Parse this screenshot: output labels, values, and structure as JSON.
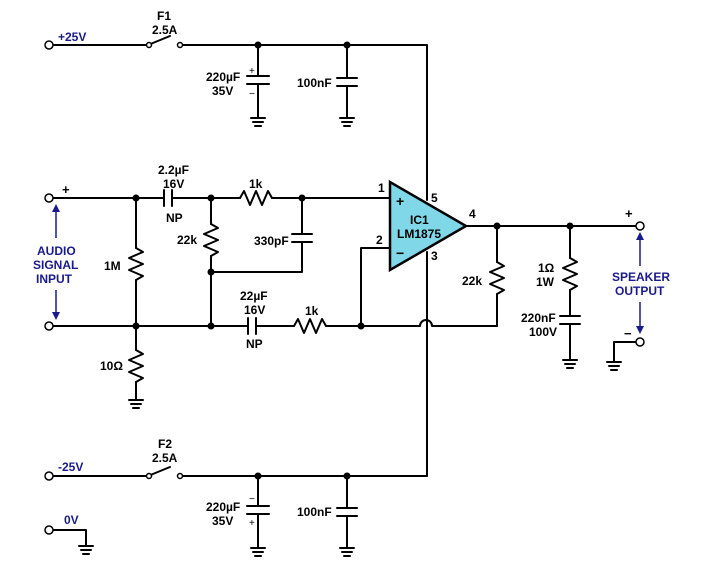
{
  "rails": {
    "pos_supply": "+25V",
    "neg_supply": "-25V",
    "ground": "0V"
  },
  "fuses": {
    "f1_ref": "F1",
    "f1_value": "2.5A",
    "f2_ref": "F2",
    "f2_value": "2.5A"
  },
  "pos_rail_caps": {
    "elec_value": "220µF",
    "elec_voltage": "35V",
    "film_value": "100nF"
  },
  "neg_rail_caps": {
    "elec_value": "220µF",
    "elec_voltage": "35V",
    "film_value": "100nF"
  },
  "input_network": {
    "c_in_value": "2.2µF",
    "c_in_voltage": "16V",
    "c_in_type": "NP",
    "r_series": "1k",
    "r_bias": "22k",
    "c_filter": "330pF",
    "r_input_load": "1M",
    "r_ground": "10Ω"
  },
  "feedback_network": {
    "c_value": "22µF",
    "c_voltage": "16V",
    "c_type": "NP",
    "r_value": "1k",
    "r_feedback": "22k"
  },
  "ic": {
    "ref": "IC1",
    "part": "LM1875",
    "pin_noninv": "1",
    "pin_inv": "2",
    "pin_neg": "3",
    "pin_out": "4",
    "pin_pos": "5"
  },
  "zobel": {
    "r_value": "1Ω",
    "r_power": "1W",
    "c_value": "220nF",
    "c_voltage": "100V"
  },
  "input_label": {
    "line1": "AUDIO",
    "line2": "SIGNAL",
    "line3": "INPUT"
  },
  "output_label": {
    "line1": "SPEAKER",
    "line2": "OUTPUT"
  },
  "polarity": {
    "plus": "+",
    "minus": "−"
  },
  "colors": {
    "ic_fill": "#7fd7e8",
    "label_blue": "#1a1a8c",
    "wire": "#000000"
  }
}
